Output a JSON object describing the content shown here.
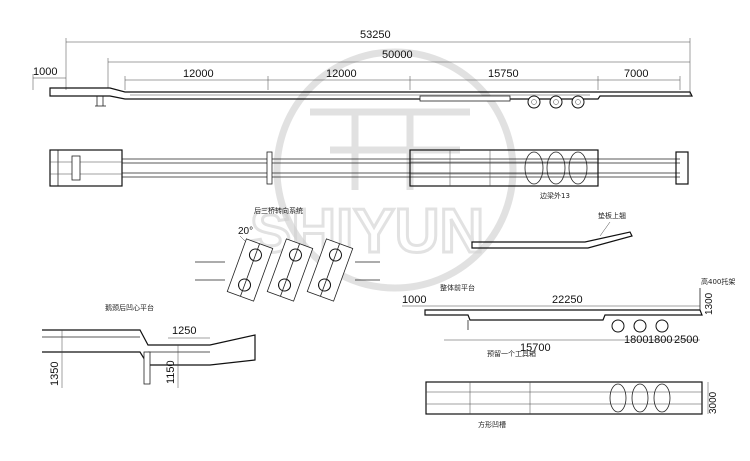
{
  "watermark": {
    "text": "SHIYUN"
  },
  "top_view": {
    "dims": {
      "overall": "53250",
      "deck": "50000",
      "front_overhang": "1000",
      "seg1": "12000",
      "seg2": "12000",
      "seg3": "15750",
      "seg4": "7000"
    },
    "labels": {
      "side_beam": "边梁外13"
    }
  },
  "steering": {
    "title": "后三桥转向系统",
    "angle": "20°"
  },
  "deck_plate": {
    "label": "垫板上翘"
  },
  "gooseneck": {
    "title": "鹅颈后凹心平台",
    "dims": {
      "length": "1250",
      "height_total": "1350",
      "height_lower": "1150"
    }
  },
  "side_view_2": {
    "labels": {
      "platform": "整体前平台",
      "bracket": "高400托架",
      "toolbox": "预留一个工具箱",
      "recess": "方形凹槽"
    },
    "dims": {
      "front": "1000",
      "overall": "22250",
      "main": "15700",
      "axle1": "1800",
      "axle2": "1800",
      "rear": "2500",
      "height": "1300",
      "width": "3000"
    }
  }
}
